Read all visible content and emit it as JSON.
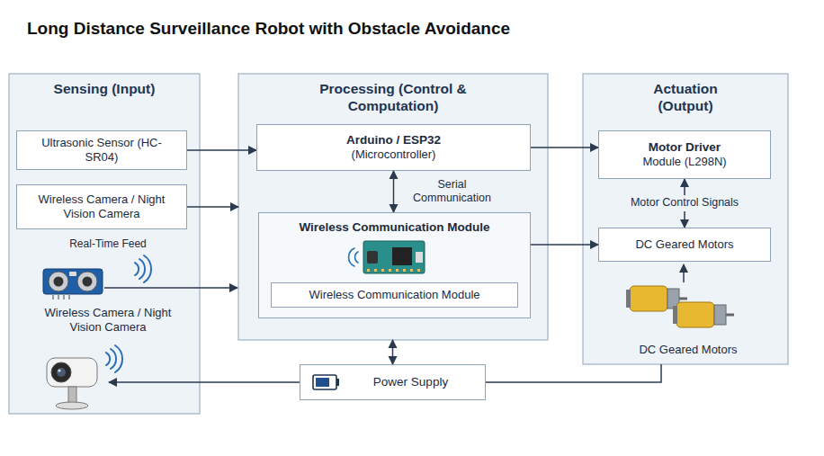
{
  "diagram": {
    "title": "Long Distance Surveillance Robot with Obstacle Avoidance",
    "nodes": [
      {
        "text": [
          "Sensing (Input)"
        ]
      },
      {
        "text": [
          "Ultrasonic Sensor (HC-SR04)"
        ],
        "in": 0
      },
      {
        "text": [
          "Wireless Camera / Night Vision Camera"
        ],
        "in": 0
      },
      {
        "text": [
          "Processing (Control & Computation)"
        ]
      },
      {
        "text": [
          "Arduino / ESP32",
          "(Microcontroller)"
        ],
        "in": 3
      },
      {
        "text": [
          "Wireless Communication Module"
        ],
        "in": 3
      },
      {
        "text": [
          "Wireless Communication Module"
        ],
        "in": 5
      },
      {
        "text": [
          "Actuation (Output)"
        ]
      },
      {
        "text": [
          "Motor Driver",
          "Module (L298N)"
        ],
        "in": 7
      },
      {
        "text": [
          "DC Geared Motors"
        ],
        "in": 7
      },
      {
        "text": [
          "Power Supply"
        ]
      }
    ],
    "edges": [
      {
        "from": 1,
        "to": 4,
        "arrow": "to"
      },
      {
        "from": 2,
        "to": 3,
        "arrow": "to"
      },
      {
        "from": 4,
        "to": 8,
        "arrow": "to"
      },
      {
        "from": 4,
        "to": 5,
        "label": "Serial Communication",
        "arrow": "both"
      },
      {
        "from": 5,
        "to": 9,
        "arrow": "to"
      },
      {
        "from": 8,
        "to": 9,
        "label": "Motor Control Signals",
        "arrow": "both"
      },
      {
        "from": 10,
        "to": 3,
        "arrow": "both"
      },
      {
        "from": 10,
        "to": 7,
        "arrow": "none"
      }
    ],
    "labels": [
      "Real-Time Feed",
      "Wireless Camera / Night Vision Camera",
      "DC Geared Motors"
    ]
  }
}
